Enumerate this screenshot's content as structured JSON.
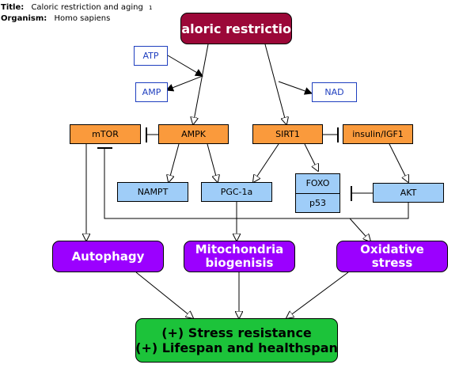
{
  "header": {
    "title_label": "Title:",
    "title_value": "Caloric restriction and aging",
    "title_suffix": "1",
    "organism_label": "Organism:",
    "organism_value": "Homo sapiens"
  },
  "nodes": {
    "caloric_restriction": "Caloric restriction",
    "atp": "ATP",
    "amp": "AMP",
    "nad": "NAD",
    "mtor": "mTOR",
    "ampk": "AMPK",
    "sirt1": "SIRT1",
    "insulin_igf1": "insulin/IGF1",
    "nampt": "NAMPT",
    "pgc1a": "PGC-1a",
    "foxo": "FOXO",
    "p53": "p53",
    "akt": "AKT",
    "autophagy": "Autophagy",
    "mito_line1": "Mitochondria",
    "mito_line2": "biogenisis",
    "oxidative_line1": "Oxidative",
    "oxidative_line2": "stress",
    "outcome_line1": "(+) Stress resistance",
    "outcome_line2": "(+) Lifespan and healthspan"
  },
  "colors": {
    "root": "#9b0838",
    "gene_orange": "#fa9a3c",
    "gene_blue": "#9fcdf8",
    "process_purple": "#9b00ff",
    "outcome_green": "#1cc33a",
    "metabolite_border": "#1f3fbf"
  }
}
